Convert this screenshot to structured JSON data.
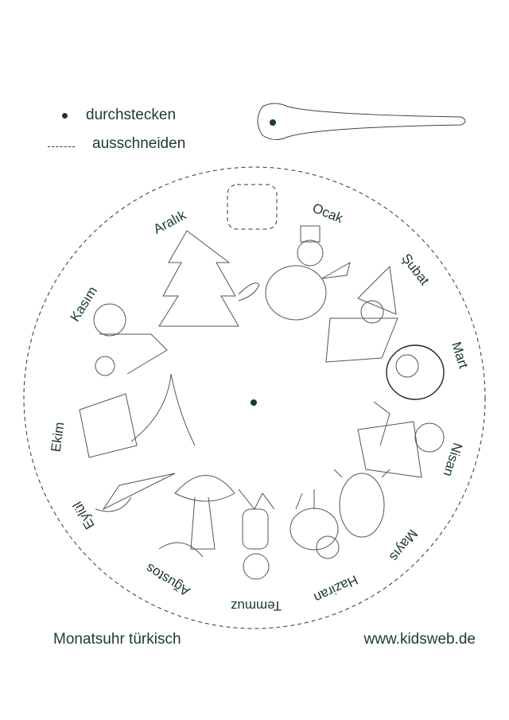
{
  "legend": {
    "pierce_label": "durchstecken",
    "cut_label": "ausschneiden"
  },
  "months": [
    "Ocak",
    "Şubat",
    "Mart",
    "Nisan",
    "Mayıs",
    "Haziran",
    "Temmuz",
    "Ağustos",
    "Eylül",
    "Ekim",
    "Kasım",
    "Aralık"
  ],
  "footer": {
    "title": "Monatsuhr  türkisch",
    "website": "www.kidsweb.de"
  },
  "colors": {
    "ink": "#1a3a2e",
    "sketch": "#555555"
  }
}
